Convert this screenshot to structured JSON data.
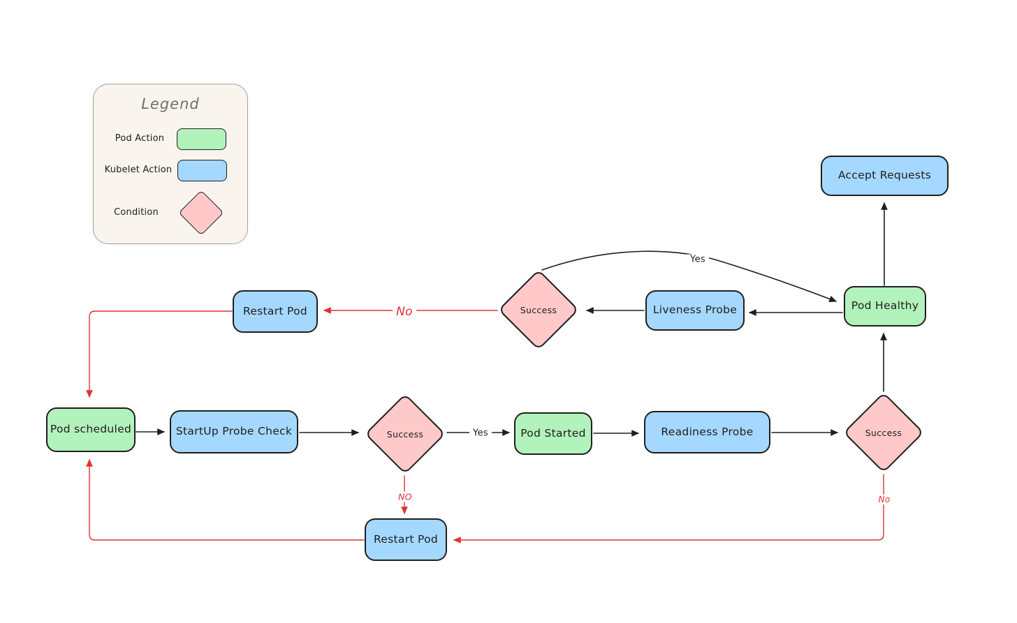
{
  "palette": {
    "pod_action_fill": "#b2f2bb",
    "kubelet_action_fill": "#a5d8ff",
    "condition_fill": "#ffc9c9",
    "shape_stroke": "#1e1e1e",
    "arrow_black": "#1e1e1e",
    "arrow_red": "#e03131",
    "legend_bg": "#f9f4ee",
    "canvas_bg": "#ffffff"
  },
  "legend": {
    "title": "Legend",
    "items": [
      {
        "label": "Pod Action",
        "swatch": "pod-action-rect"
      },
      {
        "label": "Kubelet Action",
        "swatch": "kubelet-action-rect"
      },
      {
        "label": "Condition",
        "swatch": "condition-diamond"
      }
    ]
  },
  "nodes": {
    "accept_requests": {
      "label": "Accept Requests",
      "type": "kubelet-action"
    },
    "pod_healthy": {
      "label": "Pod Healthy",
      "type": "pod-action"
    },
    "liveness_probe": {
      "label": "Liveness Probe",
      "type": "kubelet-action"
    },
    "liveness_success": {
      "label": "Success",
      "type": "condition"
    },
    "restart_pod_top": {
      "label": "Restart Pod",
      "type": "kubelet-action"
    },
    "pod_scheduled": {
      "label": "Pod scheduled",
      "type": "pod-action"
    },
    "startup_probe_check": {
      "label": "StartUp Probe Check",
      "type": "kubelet-action"
    },
    "startup_success": {
      "label": "Success",
      "type": "condition"
    },
    "pod_started": {
      "label": "Pod Started",
      "type": "pod-action"
    },
    "readiness_probe": {
      "label": "Readiness Probe",
      "type": "kubelet-action"
    },
    "readiness_success": {
      "label": "Success",
      "type": "condition"
    },
    "restart_pod_bottom": {
      "label": "Restart Pod",
      "type": "kubelet-action"
    }
  },
  "edge_labels": {
    "liveness_yes": "Yes",
    "liveness_no": "No",
    "startup_yes": "Yes",
    "startup_no": "NO",
    "readiness_no": "No"
  }
}
